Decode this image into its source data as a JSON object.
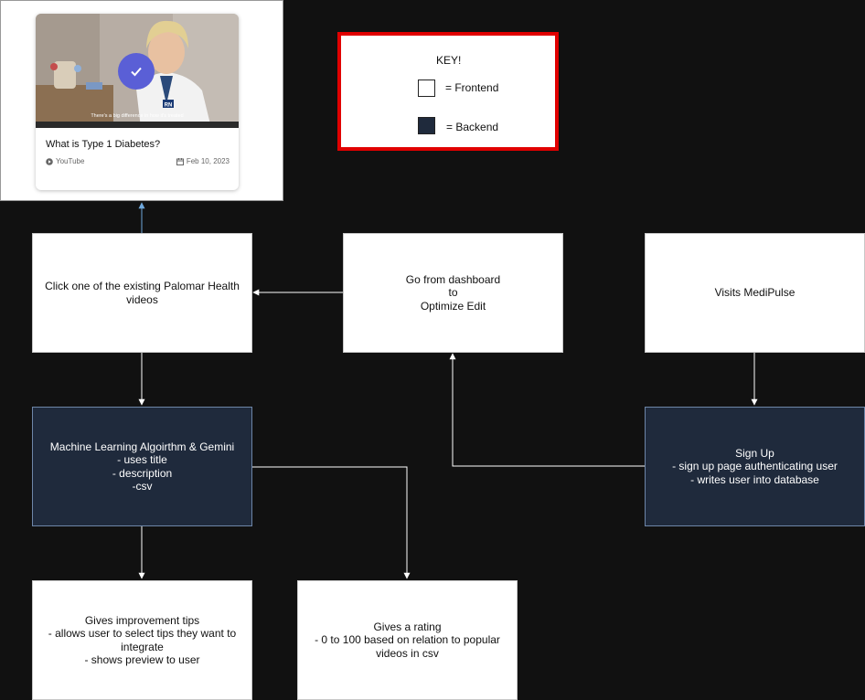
{
  "video_card": {
    "title": "What is Type 1 Diabetes?",
    "source": "YouTube",
    "date": "Feb 10, 2023",
    "caption": "There's a big difference in how it's treated",
    "badge": "RN"
  },
  "key": {
    "title": "KEY!",
    "frontend_label": "= Frontend",
    "backend_label": "= Backend"
  },
  "boxes": {
    "click_video": "Click one of the existing Palomar Health videos",
    "dashboard": "Go from dashboard\nto\nOptimize Edit",
    "visits": "Visits MediPulse",
    "ml": "Machine Learning Algoirthm & Gemini\n- uses title\n- description\n-csv",
    "signup": "Sign Up\n- sign up page authenticating user\n- writes user into database",
    "tips": "Gives improvement tips\n- allows user to select tips they want to integrate\n- shows preview to user",
    "rating": "Gives a rating\n- 0 to 100 based on relation to popular videos in csv"
  },
  "colors": {
    "background": "#111111",
    "frontend": "#ffffff",
    "backend": "#1f2a3c",
    "key_border": "#e00000",
    "connector": "#ffffff",
    "connector_to_card": "#6fa8dc",
    "check_badge": "#5a5fd6"
  },
  "icons": [
    "check-icon",
    "play-circle-icon",
    "calendar-icon",
    "arrow-head"
  ]
}
